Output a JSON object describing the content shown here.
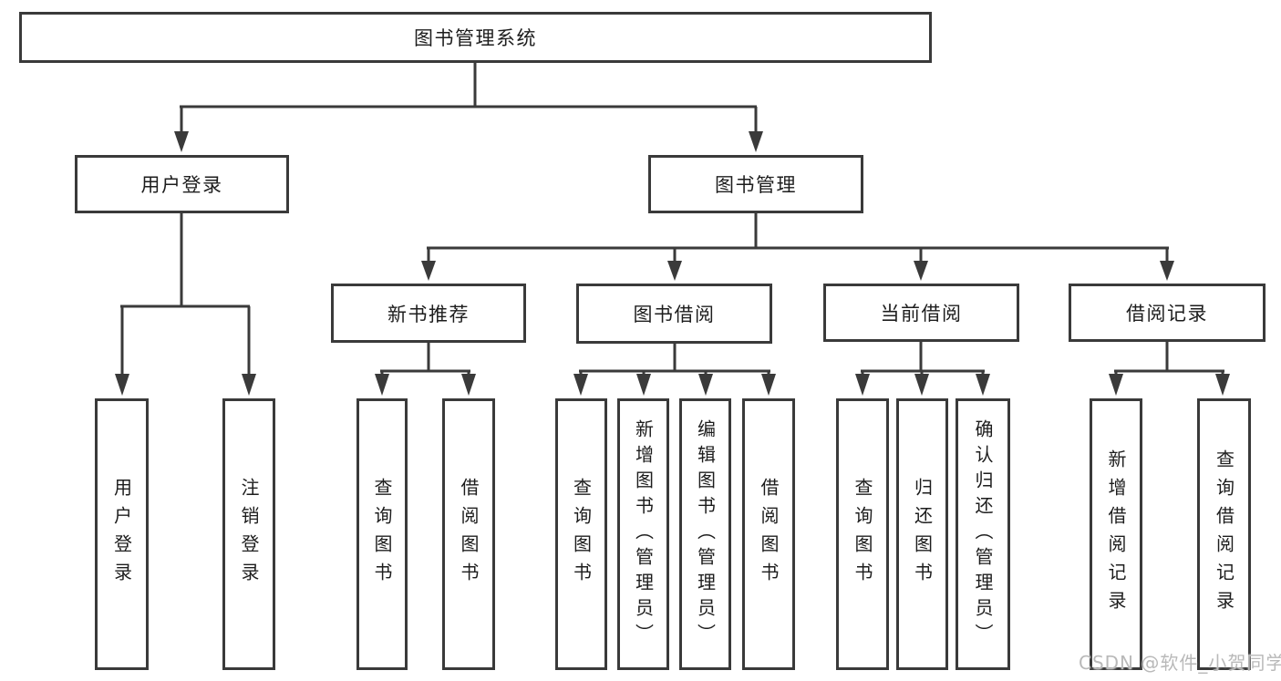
{
  "tree": {
    "root": "图书管理系统",
    "branches": [
      {
        "label": "用户登录",
        "children": [
          "用户登录",
          "注销登录"
        ]
      },
      {
        "label": "图书管理",
        "sections": [
          {
            "label": "新书推荐",
            "children": [
              "查询图书",
              "借阅图书"
            ]
          },
          {
            "label": "图书借阅",
            "children": [
              "查询图书",
              "新增图书（管理员）",
              "编辑图书（管理员）",
              "借阅图书"
            ]
          },
          {
            "label": "当前借阅",
            "children": [
              "查询图书",
              "归还图书",
              "确认归还（管理员）"
            ]
          },
          {
            "label": "借阅记录",
            "children": [
              "新增借阅记录",
              "查询借阅记录"
            ]
          }
        ]
      }
    ]
  },
  "watermark": {
    "text": "CSDN @软件_小贺同学"
  },
  "colors": {
    "line": "#3a3a3a",
    "text": "#1d1d1d",
    "watermark": "#b9b9b9",
    "background": "#ffffff"
  }
}
